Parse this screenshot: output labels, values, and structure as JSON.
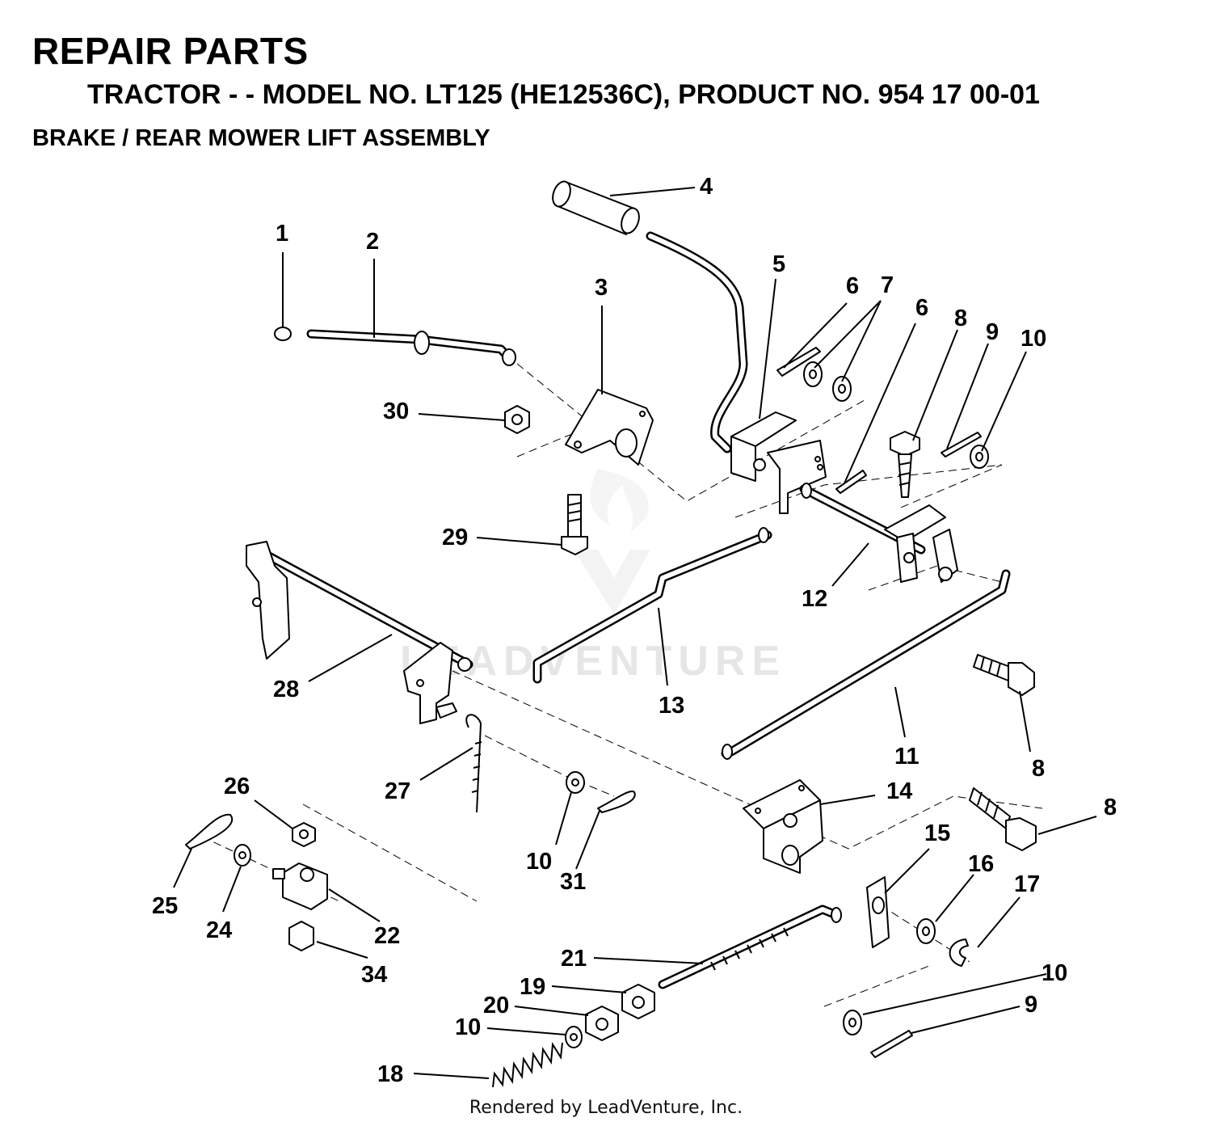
{
  "header": {
    "title": "REPAIR PARTS",
    "subtitle": "TRACTOR - - MODEL NO. LT125 (HE12536C),  PRODUCT NO. 954 17 00-01",
    "section": "BRAKE / REAR MOWER LIFT ASSEMBLY"
  },
  "watermark": "LEADVENTURE",
  "footer": "Rendered by LeadVenture, Inc.",
  "callouts": [
    {
      "id": "c1",
      "text": "1"
    },
    {
      "id": "c2",
      "text": "2"
    },
    {
      "id": "c3",
      "text": "3"
    },
    {
      "id": "c4",
      "text": "4"
    },
    {
      "id": "c5",
      "text": "5"
    },
    {
      "id": "c6a",
      "text": "6"
    },
    {
      "id": "c7",
      "text": "7"
    },
    {
      "id": "c6b",
      "text": "6"
    },
    {
      "id": "c8a",
      "text": "8"
    },
    {
      "id": "c9a",
      "text": "9"
    },
    {
      "id": "c10a",
      "text": "10"
    },
    {
      "id": "c30",
      "text": "30"
    },
    {
      "id": "c29",
      "text": "29"
    },
    {
      "id": "c12",
      "text": "12"
    },
    {
      "id": "c13",
      "text": "13"
    },
    {
      "id": "c28",
      "text": "28"
    },
    {
      "id": "c8b",
      "text": "8"
    },
    {
      "id": "c11",
      "text": "11"
    },
    {
      "id": "c27",
      "text": "27"
    },
    {
      "id": "c26",
      "text": "26"
    },
    {
      "id": "c14",
      "text": "14"
    },
    {
      "id": "c8c",
      "text": "8"
    },
    {
      "id": "c10b",
      "text": "10"
    },
    {
      "id": "c31",
      "text": "31"
    },
    {
      "id": "c15",
      "text": "15"
    },
    {
      "id": "c16",
      "text": "16"
    },
    {
      "id": "c17",
      "text": "17"
    },
    {
      "id": "c25",
      "text": "25"
    },
    {
      "id": "c24",
      "text": "24"
    },
    {
      "id": "c22",
      "text": "22"
    },
    {
      "id": "c34",
      "text": "34"
    },
    {
      "id": "c21",
      "text": "21"
    },
    {
      "id": "c19",
      "text": "19"
    },
    {
      "id": "c20",
      "text": "20"
    },
    {
      "id": "c10c",
      "text": "10"
    },
    {
      "id": "c10d",
      "text": "10"
    },
    {
      "id": "c9b",
      "text": "9"
    },
    {
      "id": "c18",
      "text": "18"
    }
  ]
}
